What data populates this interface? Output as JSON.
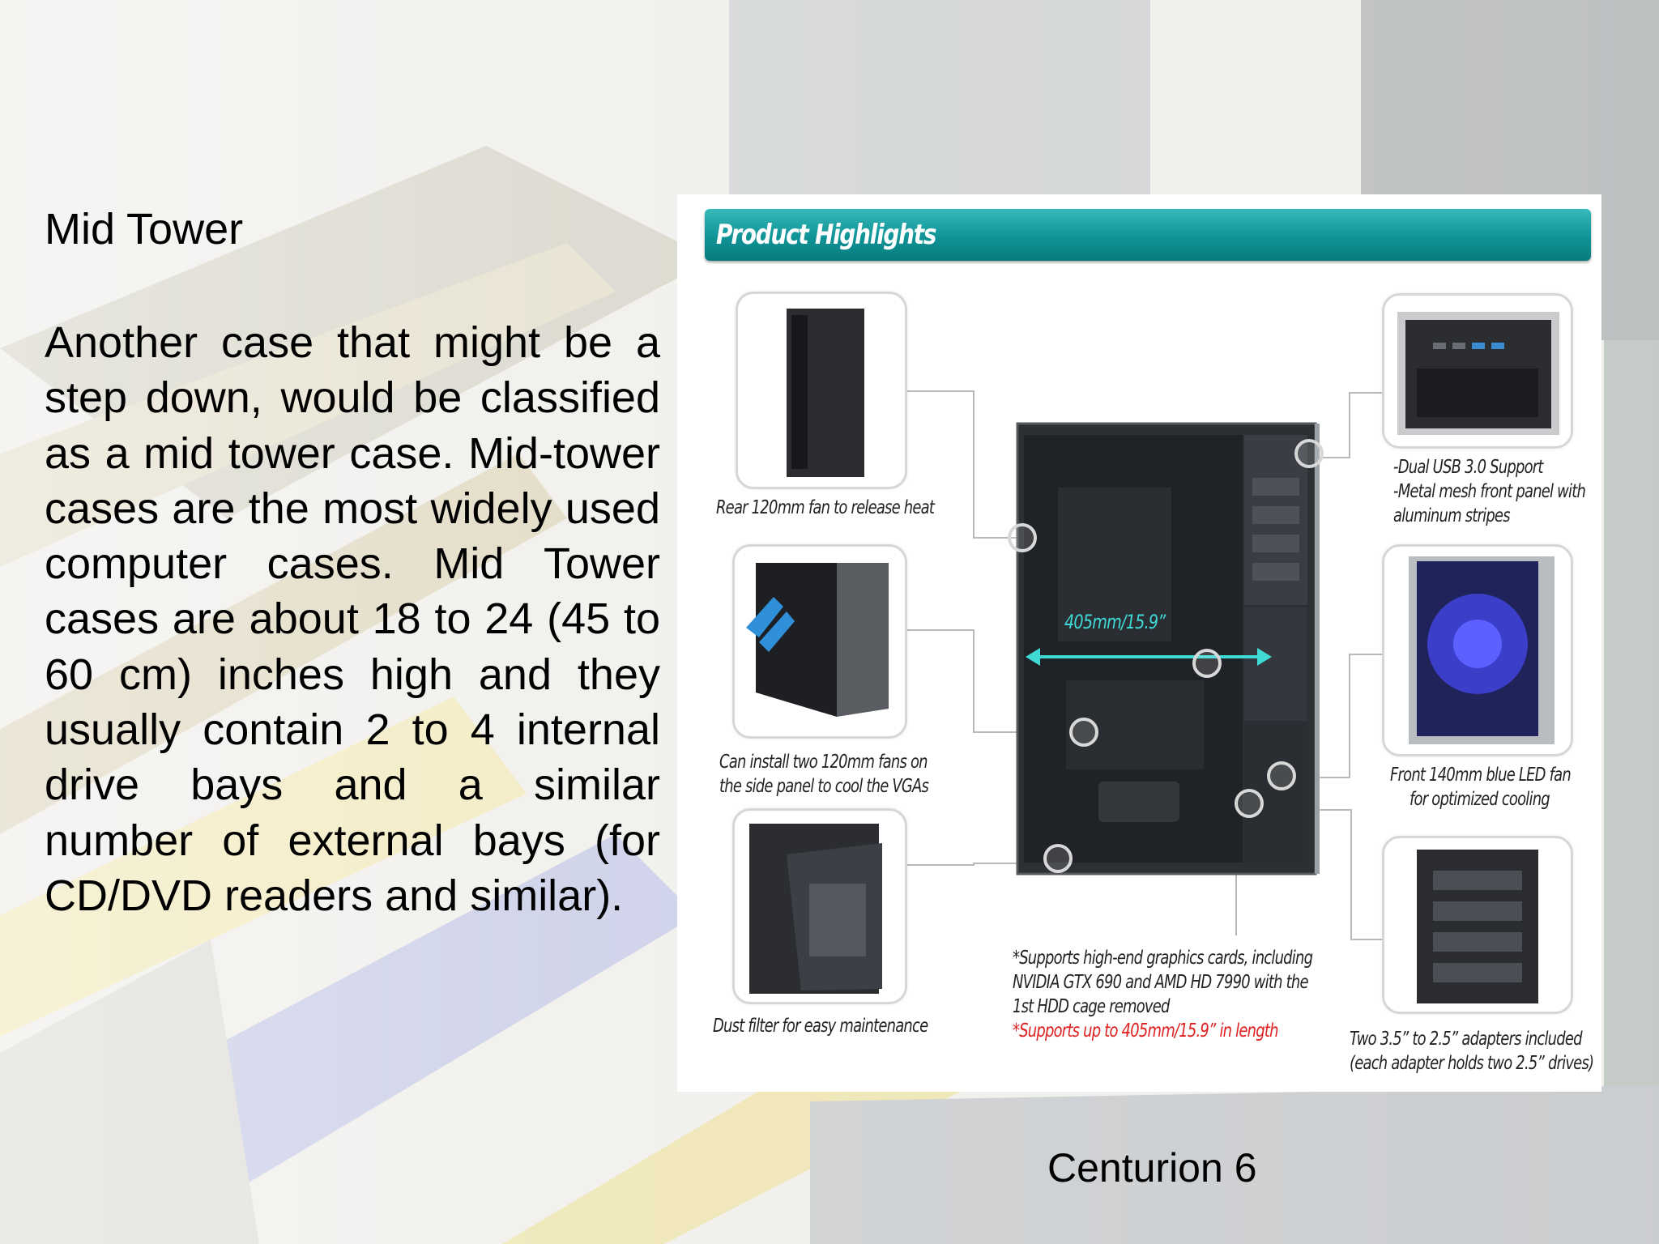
{
  "slide": {
    "title": "Mid Tower",
    "body": "Another case that might be a step down, would be classified as a mid tower case. Mid-tower cases are the most widely used computer cases. Mid Tower cases are about 18 to 24 (45 to 60 cm) inches high and they usually contain 2 to 4 internal drive bays and a similar number of external bays (for CD/DVD readers and similar).",
    "caption": "Centurion 6"
  },
  "panel": {
    "header": "Product Highlights",
    "dimension_label": "405mm/15.9”",
    "features": {
      "rear_fan": "Rear 120mm fan to release heat",
      "side_fans_1": "Can install two 120mm fans on",
      "side_fans_2": "the side panel to cool the VGAs",
      "dust_filter": "Dust filter for easy maintenance",
      "usb_1": "-Dual USB 3.0 Support",
      "usb_2": "-Metal mesh front panel with",
      "usb_3": "aluminum stripes",
      "front_fan_1": "Front 140mm blue LED fan",
      "front_fan_2": "for optimized cooling",
      "gpu_1": "*Supports high-end graphics cards, including",
      "gpu_2": "NVIDIA GTX 690 and AMD HD 7990 with the",
      "gpu_3": "1st HDD cage removed",
      "gpu_4": "*Supports up to 405mm/15.9” in length",
      "adapters_1": "Two 3.5” to 2.5” adapters included",
      "adapters_2": "(each adapter holds two 2.5” drives)"
    }
  },
  "colors": {
    "header_teal": "#0f9396",
    "dimension_cyan": "#3fd9d6",
    "note_red": "#e02020"
  }
}
